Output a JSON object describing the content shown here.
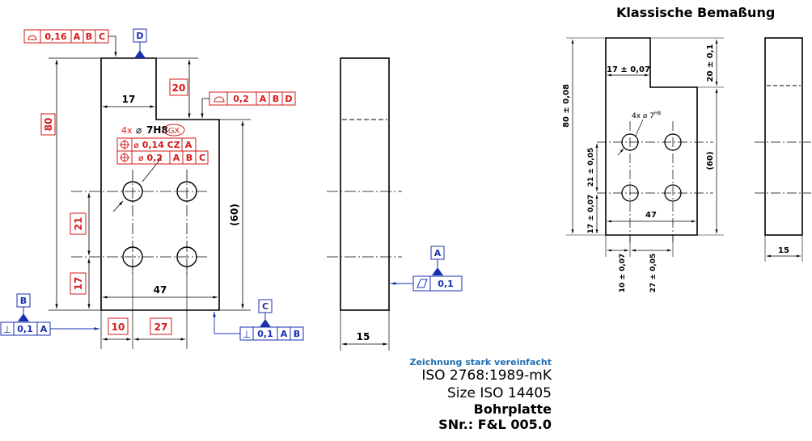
{
  "title_block": {
    "note": "Zeichnung stark vereinfacht",
    "iso_general": "ISO 2768:1989-mK",
    "iso_size": "Size ISO 14405",
    "part_name": "Bohrplatte",
    "part_number": "SNr.: F&L 005.0"
  },
  "classic_title": "Klassische Bemaßung",
  "gdt": {
    "profile_frame": {
      "tol": "0,16",
      "refs": [
        "A",
        "B",
        "C"
      ]
    },
    "datum_top": "D",
    "profile_frame2": {
      "tol": "0,2",
      "refs": [
        "A",
        "B",
        "D"
      ]
    },
    "hole_callout": {
      "count": "4x",
      "dia": "⌀",
      "size": "7H8",
      "mod": "GX"
    },
    "pos_frame1": {
      "tol": "⌀ 0,14 CZ",
      "refs": [
        "A"
      ]
    },
    "pos_frame2": {
      "tol": "⌀ 0,2",
      "refs": [
        "A",
        "B",
        "C"
      ]
    },
    "datum_a": "A",
    "flatness": "0,1",
    "datum_b": "B",
    "perp_b": {
      "tol": "0,1",
      "refs": [
        "A"
      ]
    },
    "datum_c": "C",
    "perp_c": {
      "tol": "0,1",
      "refs": [
        "A",
        "B"
      ]
    }
  },
  "gdt_dims": {
    "d80": "80",
    "d20": "20",
    "d17top": "17",
    "d60": "(60)",
    "d21": "21",
    "d17left": "17",
    "d47": "47",
    "d10": "10",
    "d27": "27",
    "d15": "15"
  },
  "classic_dims": {
    "d17": "17 ± 0,07",
    "d20": "20 ± 0,1",
    "d80": "80 ± 0,08",
    "holes": "4x ⌀ 7",
    "holes_sup": "H8",
    "d60": "(60)",
    "d21": "21 ± 0,05",
    "d47": "47",
    "d10": "10 ± 0,07",
    "d27": "27 ± 0,05",
    "d15": "15"
  }
}
